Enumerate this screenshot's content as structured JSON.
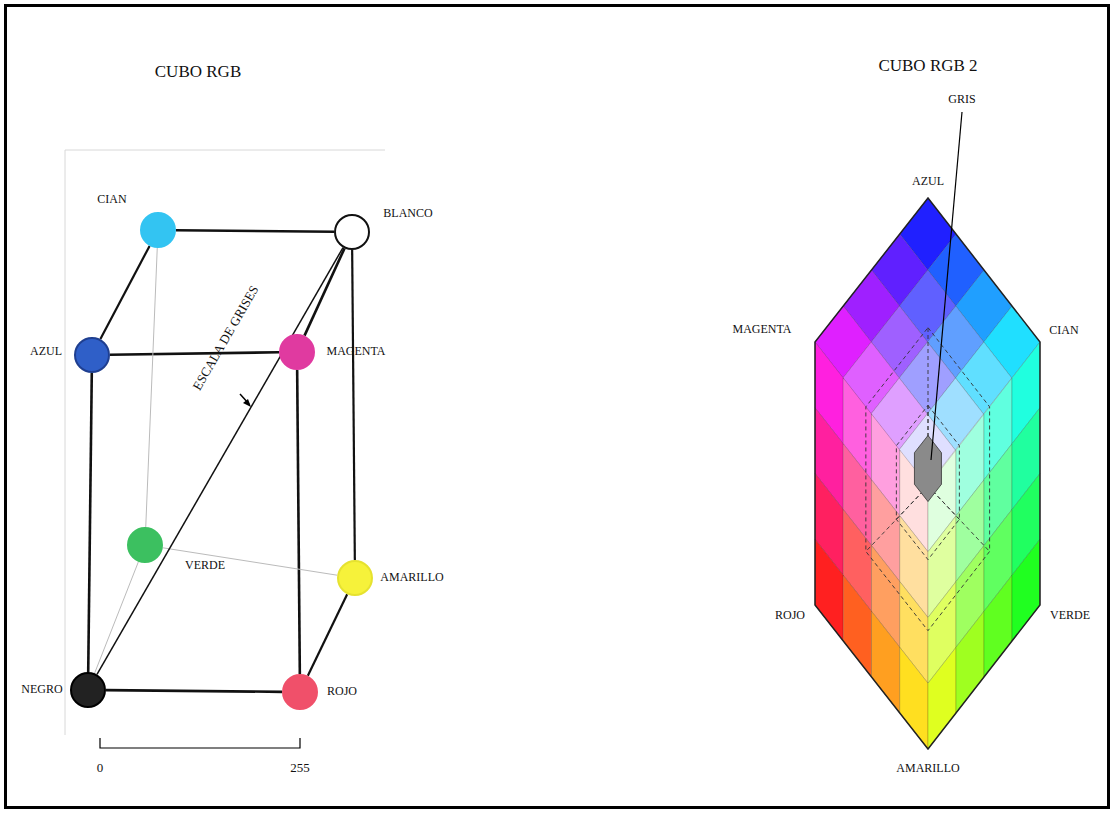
{
  "diagram": {
    "nodes": [
      {
        "text": [
          "CIAN"
        ]
      },
      {
        "text": [
          "BLANCO"
        ]
      },
      {
        "text": [
          "AZUL"
        ]
      },
      {
        "text": [
          "MAGENTA"
        ]
      },
      {
        "text": [
          "VERDE"
        ]
      },
      {
        "text": [
          "AMARILLO"
        ]
      },
      {
        "text": [
          "NEGRO"
        ]
      },
      {
        "text": [
          "ROJO"
        ]
      }
    ],
    "edges": [
      {
        "from": 0,
        "to": 1,
        "arrow": "none"
      },
      {
        "from": 0,
        "to": 2,
        "arrow": "none"
      },
      {
        "from": 2,
        "to": 3,
        "arrow": "none"
      },
      {
        "from": 1,
        "to": 3,
        "arrow": "none"
      },
      {
        "from": 2,
        "to": 6,
        "arrow": "none"
      },
      {
        "from": 3,
        "to": 7,
        "arrow": "none"
      },
      {
        "from": 6,
        "to": 7,
        "arrow": "none"
      },
      {
        "from": 1,
        "to": 5,
        "arrow": "none"
      },
      {
        "from": 5,
        "to": 7,
        "arrow": "none"
      },
      {
        "from": 0,
        "to": 4,
        "arrow": "none"
      },
      {
        "from": 4,
        "to": 5,
        "arrow": "none"
      },
      {
        "from": 4,
        "to": 6,
        "arrow": "none"
      },
      {
        "from": 6,
        "to": 1,
        "arrow": "none"
      }
    ],
    "labels": [
      "CUBO RGB",
      "ESCALA DE GRISES",
      "0",
      "255",
      "CUBO RGB 2",
      "GRIS",
      "AZUL",
      "MAGENTA",
      "CIAN",
      "ROJO",
      "VERDE",
      "AMARILLO"
    ]
  }
}
